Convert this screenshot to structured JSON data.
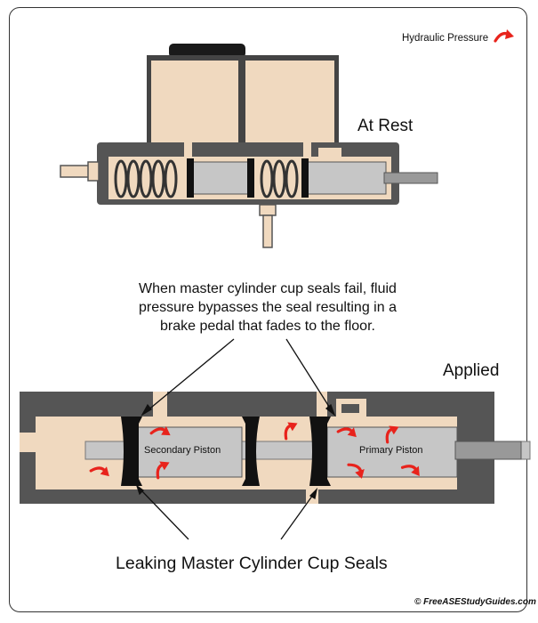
{
  "legend": {
    "label": "Hydraulic Pressure",
    "icon": "red-curved-arrow-icon"
  },
  "state_rest": "At Rest",
  "state_applied": "Applied",
  "caption": "When master cylinder cup seals fail, fluid pressure bypasses the seal resulting in a brake pedal that fades to the floor.",
  "secondary_piston": "Secondary Piston",
  "primary_piston": "Primary Piston",
  "bottom_title": "Leaking Master Cylinder Cup Seals",
  "copyright": "© FreeASEStudyGuides.com",
  "colors": {
    "fluid": "#f0d9bf",
    "body": "#555555",
    "piston": "#c6c6c6",
    "seal": "#111111",
    "arrow": "#e8231c"
  }
}
